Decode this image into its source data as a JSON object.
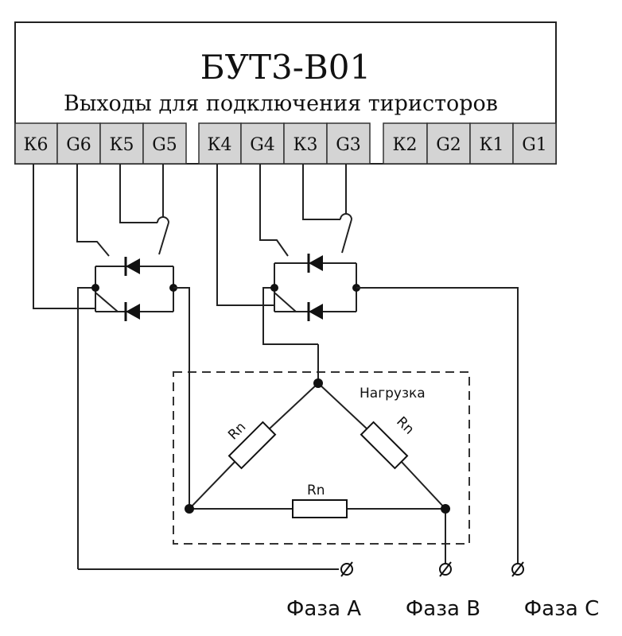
{
  "block": {
    "title": "БУТ3-В01",
    "subtitle": "Выходы для подключения тиристоров",
    "terminals": [
      "К6",
      "G6",
      "К5",
      "G5",
      "К4",
      "G4",
      "К3",
      "G3",
      "К2",
      "G2",
      "К1",
      "G1"
    ],
    "terminal_fill": "#d4d4d4"
  },
  "load": {
    "label": "Нагрузка",
    "resistor_label": "Rn"
  },
  "phases": [
    "Фаза А",
    "Фаза В",
    "Фаза С"
  ],
  "icons": {
    "thyristor": "thyristor-icon",
    "resistor": "resistor-icon",
    "phase_terminal": "phase-terminal-icon"
  }
}
